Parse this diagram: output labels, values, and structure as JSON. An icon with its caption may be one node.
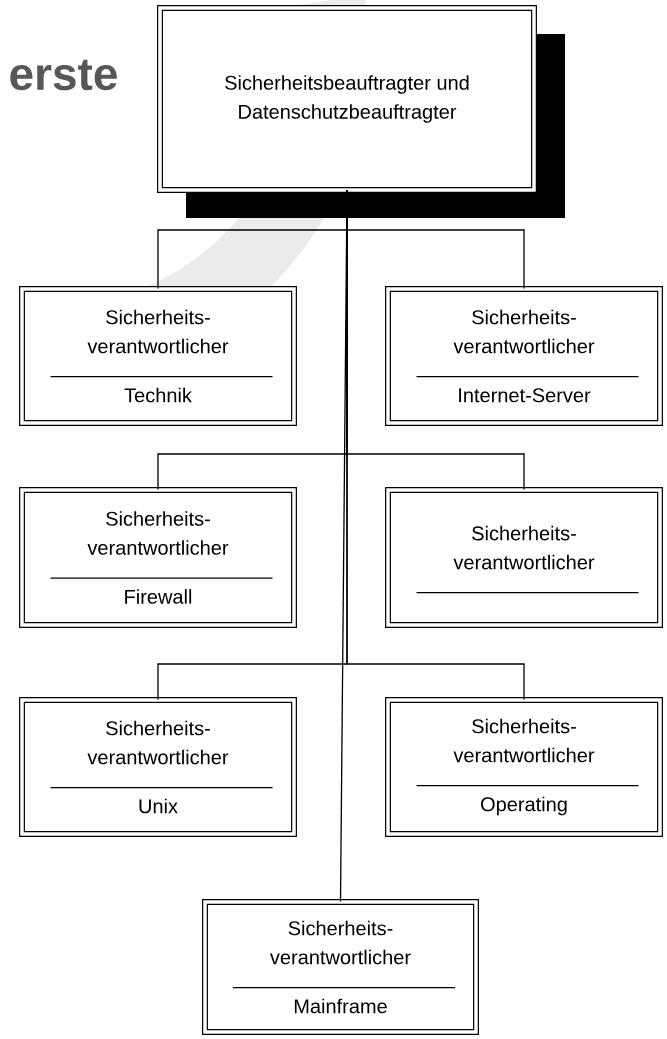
{
  "diagram": {
    "nodes": [
      {
        "text": [
          "Sicherheitsbeauftragter und Datenschutzbeauftragter"
        ]
      },
      {
        "text": [
          "Sicherheits- verantwortlicher",
          "Technik"
        ]
      },
      {
        "text": [
          "Sicherheits- verantwortlicher",
          "Internet-Server"
        ]
      },
      {
        "text": [
          "Sicherheits- verantwortlicher",
          "Firewall"
        ]
      },
      {
        "text": [
          "Sicherheits- verantwortlicher"
        ]
      },
      {
        "text": [
          "Sicherheits- verantwortlicher",
          "Unix"
        ]
      },
      {
        "text": [
          "Sicherheits- verantwortlicher",
          "Operating"
        ]
      },
      {
        "text": [
          "Sicherheits- verantwortlicher",
          "Mainframe"
        ]
      }
    ],
    "edges": [
      {
        "from": 0,
        "to": 1,
        "arrow": "none"
      },
      {
        "from": 0,
        "to": 2,
        "arrow": "none"
      },
      {
        "from": 0,
        "to": 3,
        "arrow": "none"
      },
      {
        "from": 0,
        "to": 4,
        "arrow": "none"
      },
      {
        "from": 0,
        "to": 5,
        "arrow": "none"
      },
      {
        "from": 0,
        "to": 6,
        "arrow": "none"
      },
      {
        "from": 0,
        "to": 7,
        "arrow": "none"
      }
    ],
    "labels": [
      "erste"
    ]
  }
}
